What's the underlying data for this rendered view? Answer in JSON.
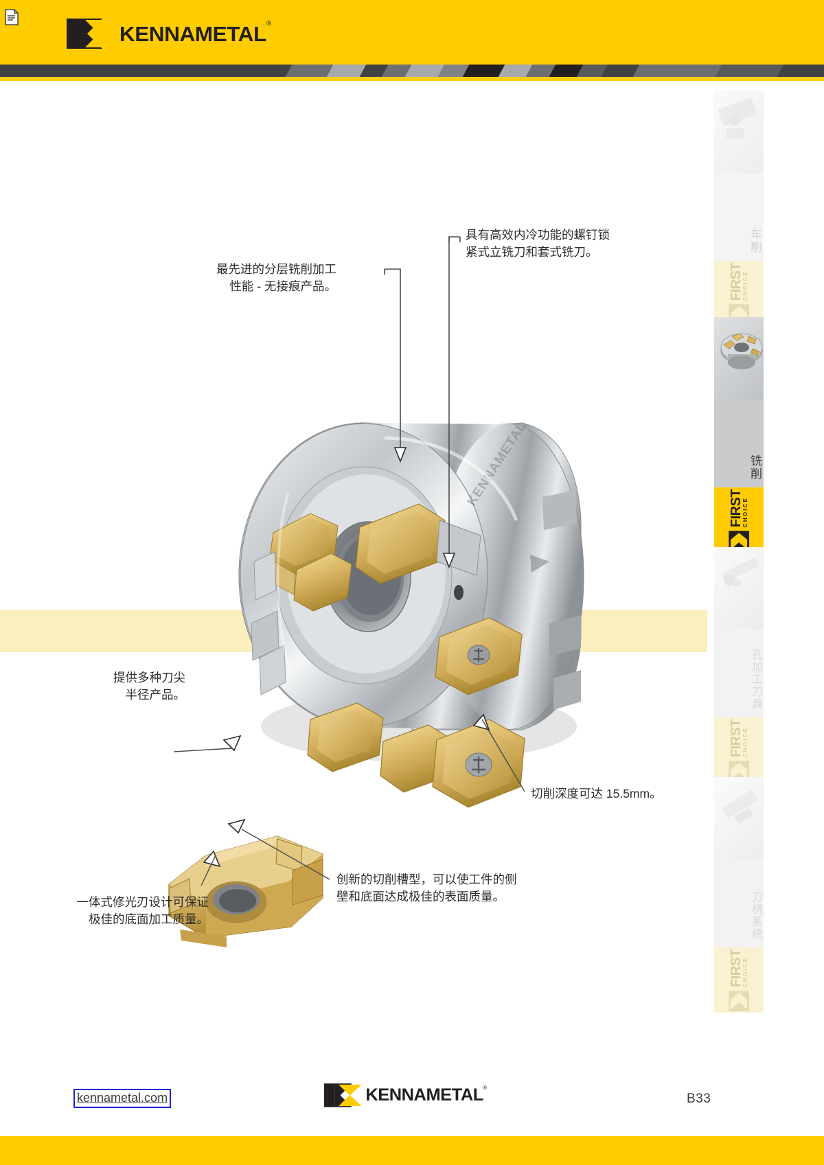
{
  "header": {
    "brand_name": "KENNAMETAL",
    "brand_mark": "kennametal-chevron-logo",
    "doc_icon": "document-page-icon",
    "yellow": "#FFCC00",
    "dark": "#414042"
  },
  "sidebar": {
    "tabs": [
      {
        "label": "车削",
        "thumb": "turning-tool-thumbnail",
        "first_choice": "FIRST",
        "choice_sub": "CHOICE",
        "active": false
      },
      {
        "label": "铣削",
        "thumb": "milling-cutter-thumbnail",
        "first_choice": "FIRST",
        "choice_sub": "CHOICE",
        "active": true
      },
      {
        "label": "孔加工刀具",
        "thumb": "hole-making-tool-thumbnail",
        "first_choice": "FIRST",
        "choice_sub": "CHOICE",
        "active": false
      },
      {
        "label": "刀柄系统",
        "thumb": "tooling-system-thumbnail",
        "first_choice": "FIRST",
        "choice_sub": "CHOICE",
        "active": false
      }
    ]
  },
  "main": {
    "product_image": "indexable-face-mill-cutter-render",
    "insert_image": "carbide-insert-render",
    "callouts": [
      {
        "id": "layered-milling",
        "text": "最先进的分层铣削加工\n性能 - 无接痕产品。"
      },
      {
        "id": "screw-on-coolant",
        "text": "具有高效内冷功能的螺钉锁\n紧式立铣刀和套式铣刀。"
      },
      {
        "id": "corner-radius",
        "text": "提供多种刀尖\n半径产品。"
      },
      {
        "id": "depth-of-cut",
        "text": "切削深度可达 15.5mm。"
      },
      {
        "id": "chip-groove",
        "text": "创新的切削槽型，可以使工件的侧\n壁和底面达成极佳的表面质量。"
      },
      {
        "id": "wiper-edge",
        "text": "一体式修光刃设计可保证\n极佳的底面加工质量。"
      }
    ]
  },
  "footer": {
    "website": "kennametal.com",
    "brand_name": "KENNAMETAL",
    "page_number": "B33"
  }
}
